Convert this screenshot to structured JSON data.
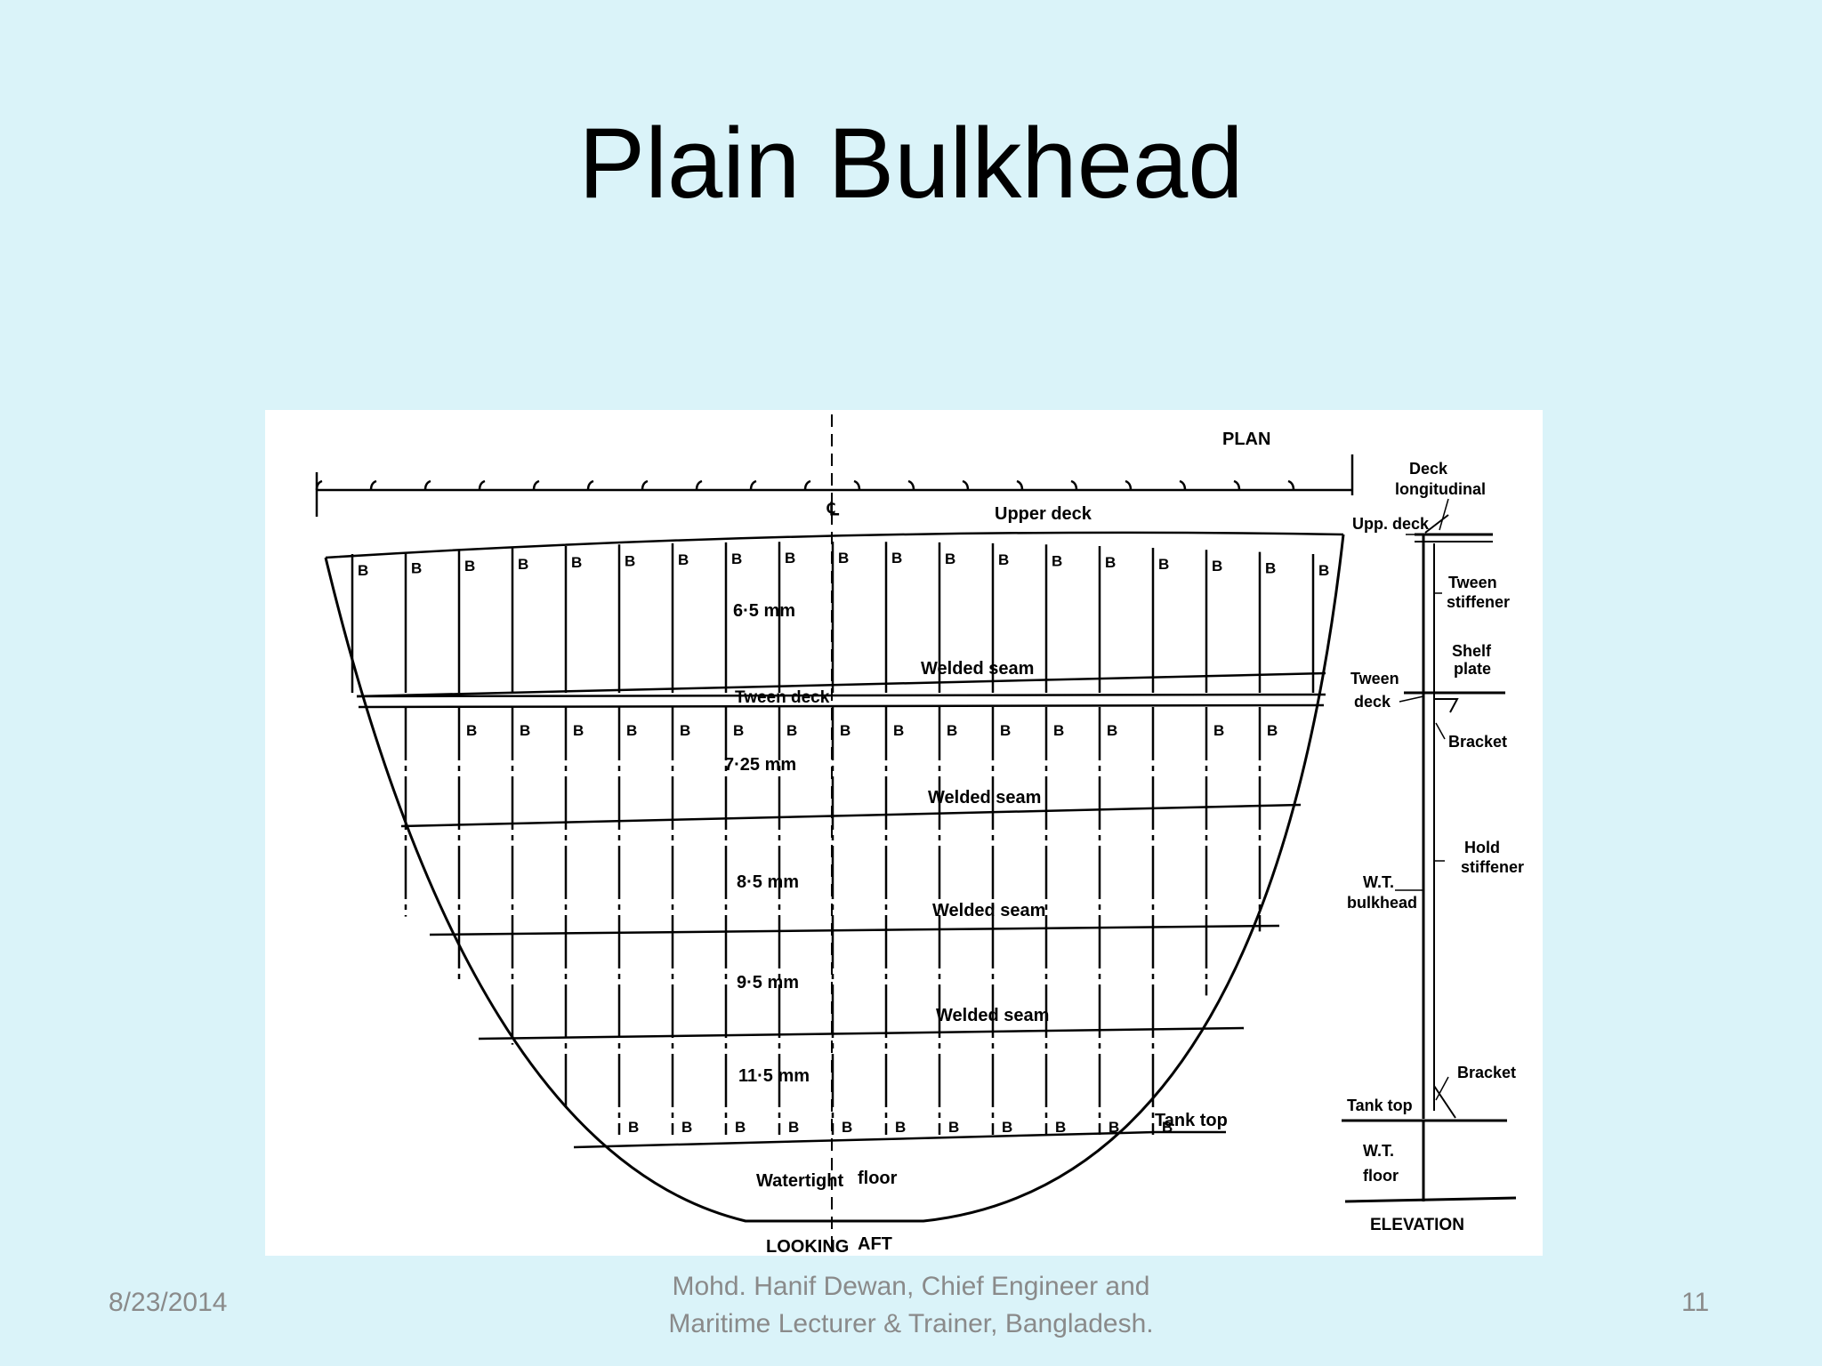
{
  "slide": {
    "title": "Plain Bulkhead",
    "date": "8/23/2014",
    "author_line1": "Mohd. Hanif Dewan, Chief Engineer and",
    "author_line2": "Maritime Lecturer & Trainer, Bangladesh.",
    "page_number": "11"
  },
  "diagram": {
    "plan_label": "PLAN",
    "centerline_symbol": "℄",
    "upper_deck": "Upper deck",
    "tween_deck": "Tween deck",
    "welded_seam": "Welded seam",
    "plate_thicknesses": [
      "6·5 mm",
      "7·25 mm",
      "8·5 mm",
      "9·5 mm",
      "11·5 mm"
    ],
    "bracket_marker": "B",
    "tank_top": "Tank top",
    "watertight_floor_left": "Watertight",
    "watertight_floor_right": "floor",
    "looking_left": "LOOKING",
    "looking_right": "AFT",
    "elevation": {
      "deck_longitudinal_1": "Deck",
      "deck_longitudinal_2": "longitudinal",
      "upp_deck": "Upp. deck",
      "tween_stiffener_1": "Tween",
      "tween_stiffener_2": "stiffener",
      "shelf_plate_1": "Shelf",
      "shelf_plate_2": "plate",
      "tween_deck_1": "Tween",
      "tween_deck_2": "deck",
      "bracket": "Bracket",
      "hold_stiffener_1": "Hold",
      "hold_stiffener_2": "stiffener",
      "wt_bulkhead_1": "W.T.",
      "wt_bulkhead_2": "bulkhead",
      "tank_top": "Tank top",
      "wt_floor_1": "W.T.",
      "wt_floor_2": "floor",
      "title": "ELEVATION"
    }
  }
}
